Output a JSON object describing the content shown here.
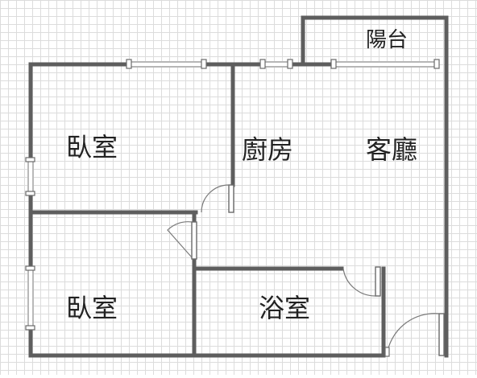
{
  "floor_plan": {
    "rooms": [
      {
        "id": "balcony",
        "label": "陽台"
      },
      {
        "id": "bedroom-1",
        "label": "臥室"
      },
      {
        "id": "kitchen",
        "label": "廚房"
      },
      {
        "id": "living-room",
        "label": "客廳"
      },
      {
        "id": "bedroom-2",
        "label": "臥室"
      },
      {
        "id": "bathroom",
        "label": "浴室"
      }
    ],
    "colors": {
      "wall": "#5e5e5e",
      "grid": "#dcdcdc",
      "background": "#ffffff",
      "text": "#222222"
    }
  }
}
